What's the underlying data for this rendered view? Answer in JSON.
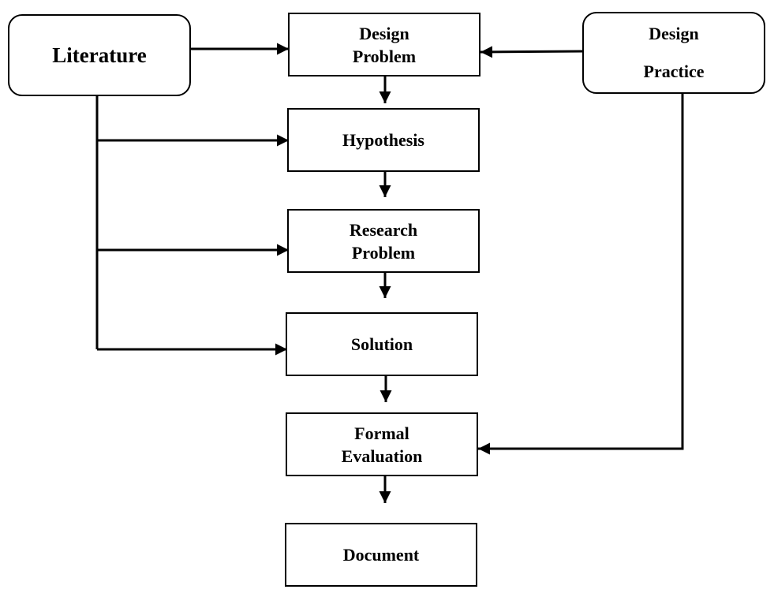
{
  "diagram": {
    "sources": {
      "literature": {
        "lines": [
          "Literature"
        ]
      },
      "design_practice": {
        "lines": [
          "Design",
          "Practice"
        ]
      }
    },
    "steps": {
      "design_problem": {
        "lines": [
          "Design",
          "Problem"
        ]
      },
      "hypothesis": {
        "lines": [
          "Hypothesis"
        ]
      },
      "research_problem": {
        "lines": [
          "Research",
          "Problem"
        ]
      },
      "solution": {
        "lines": [
          "Solution"
        ]
      },
      "formal_evaluation": {
        "lines": [
          "Formal",
          "Evaluation"
        ]
      },
      "document": {
        "lines": [
          "Document"
        ]
      }
    },
    "edges": [
      {
        "from": "literature",
        "to": "design_problem"
      },
      {
        "from": "literature",
        "to": "hypothesis"
      },
      {
        "from": "literature",
        "to": "research_problem"
      },
      {
        "from": "literature",
        "to": "solution"
      },
      {
        "from": "design_practice",
        "to": "design_problem"
      },
      {
        "from": "design_practice",
        "to": "formal_evaluation"
      },
      {
        "from": "design_problem",
        "to": "hypothesis"
      },
      {
        "from": "hypothesis",
        "to": "research_problem"
      },
      {
        "from": "research_problem",
        "to": "solution"
      },
      {
        "from": "solution",
        "to": "formal_evaluation"
      },
      {
        "from": "formal_evaluation",
        "to": "document"
      }
    ]
  }
}
